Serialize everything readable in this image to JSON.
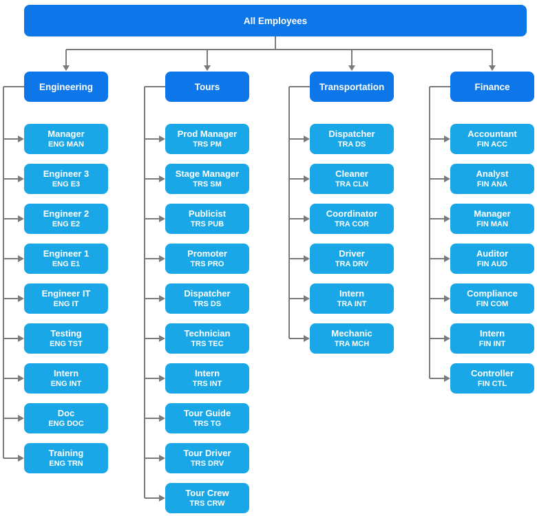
{
  "root": {
    "label": "All Employees"
  },
  "departments": [
    {
      "label": "Engineering",
      "children": [
        {
          "title": "Manager",
          "code": "ENG MAN"
        },
        {
          "title": "Engineer 3",
          "code": "ENG E3"
        },
        {
          "title": "Engineer 2",
          "code": "ENG E2"
        },
        {
          "title": "Engineer 1",
          "code": "ENG E1"
        },
        {
          "title": "Engineer IT",
          "code": "ENG IT"
        },
        {
          "title": "Testing",
          "code": "ENG TST"
        },
        {
          "title": "Intern",
          "code": "ENG INT"
        },
        {
          "title": "Doc",
          "code": "ENG DOC"
        },
        {
          "title": "Training",
          "code": "ENG TRN"
        }
      ]
    },
    {
      "label": "Tours",
      "children": [
        {
          "title": "Prod Manager",
          "code": "TRS PM"
        },
        {
          "title": "Stage Manager",
          "code": "TRS SM"
        },
        {
          "title": "Publicist",
          "code": "TRS PUB"
        },
        {
          "title": "Promoter",
          "code": "TRS PRO"
        },
        {
          "title": "Dispatcher",
          "code": "TRS DS"
        },
        {
          "title": "Technician",
          "code": "TRS TEC"
        },
        {
          "title": "Intern",
          "code": "TRS INT"
        },
        {
          "title": "Tour Guide",
          "code": "TRS TG"
        },
        {
          "title": "Tour Driver",
          "code": "TRS DRV"
        },
        {
          "title": "Tour Crew",
          "code": "TRS CRW"
        }
      ]
    },
    {
      "label": "Transportation",
      "children": [
        {
          "title": "Dispatcher",
          "code": "TRA DS"
        },
        {
          "title": "Cleaner",
          "code": "TRA CLN"
        },
        {
          "title": "Coordinator",
          "code": "TRA COR"
        },
        {
          "title": "Driver",
          "code": "TRA DRV"
        },
        {
          "title": "Intern",
          "code": "TRA INT"
        },
        {
          "title": "Mechanic",
          "code": "TRA MCH"
        }
      ]
    },
    {
      "label": "Finance",
      "children": [
        {
          "title": "Accountant",
          "code": "FIN ACC"
        },
        {
          "title": "Analyst",
          "code": "FIN ANA"
        },
        {
          "title": "Manager",
          "code": "FIN MAN"
        },
        {
          "title": "Auditor",
          "code": "FIN AUD"
        },
        {
          "title": "Compliance",
          "code": "FIN COM"
        },
        {
          "title": "Intern",
          "code": "FIN INT"
        },
        {
          "title": "Controller",
          "code": "FIN CTL"
        }
      ]
    }
  ],
  "colors": {
    "header_blue": "#0D76E8",
    "child_blue": "#1AA7E8",
    "connector_gray": "#7A7A7A",
    "text_white": "#FFFFFF",
    "background": "#FFFFFF"
  }
}
